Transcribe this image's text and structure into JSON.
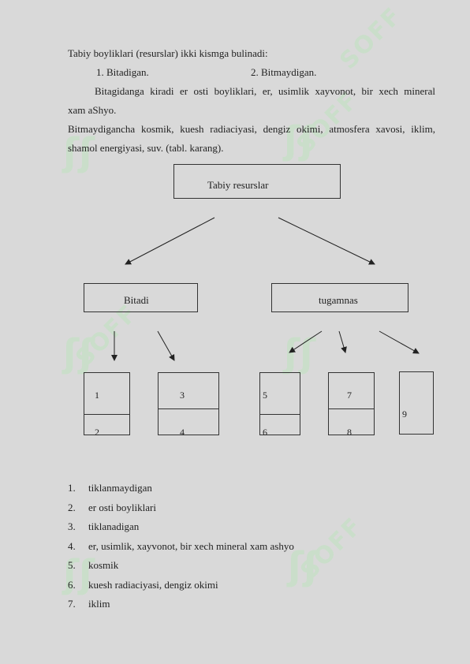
{
  "text": {
    "intro": "Tabiy boyliklari (resurslar) ikki kismga bulinadi:",
    "item_1": "1. Bitadigan.",
    "item_2": "2. Bitmaydigan.",
    "para1_line1": "Bitagidanga kiradi er osti boyliklari, er, usimlik xayvonot, bir xech mineral",
    "para1_line2": "xam aShyo.",
    "para2_line1": "Bitmaydigancha kosmik, kuesh radiaciyasi, dengiz okimi, atmosfera xavosi, iklim,",
    "para2_line2": "shamol energiyasi, suv. (tabl. karang)."
  },
  "diagram": {
    "root": "Tabiy resurslar",
    "left": "Bitadi",
    "right": "tugamnas",
    "cells": [
      "1",
      "3",
      "5",
      "7",
      "9",
      "2",
      "4",
      "6",
      "8"
    ]
  },
  "list": [
    {
      "n": "1.",
      "text": "tiklanmaydigan"
    },
    {
      "n": "2.",
      "text": "er osti boyliklari"
    },
    {
      "n": "3.",
      "text": "tiklanadigan"
    },
    {
      "n": "4.",
      "text": "er, usimlik, xayvonot, bir xech mineral xam ashyo"
    },
    {
      "n": "5.",
      "text": "kosmik"
    },
    {
      "n": "6.",
      "text": "kuesh radiaciyasi, dengiz okimi"
    },
    {
      "n": "7.",
      "text": "iklim"
    }
  ],
  "watermark": {
    "text": "SOFF",
    "color": "#bfe3bf"
  }
}
